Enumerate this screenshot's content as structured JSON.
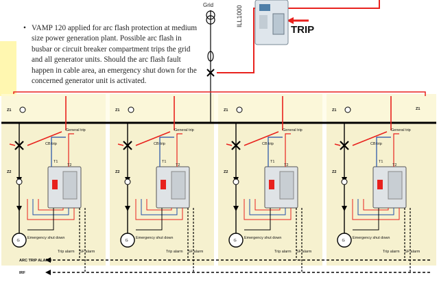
{
  "bullet_text": "VAMP 120 applied for arc flash protection at medium size power generation plant. Possible arc flash in busbar or circuit breaker compartment trips the grid and all generator units. Should the arc flash fault happen in cable area, an emergency shut down for the concerned generator unit is activated.",
  "grid_label": "Grid",
  "device_label": "ILL1000",
  "trip_label": "TRIP",
  "units": [
    {
      "z1": "Z1",
      "z2": "Z2",
      "general_trip": "General trip",
      "cb_trip": "CB trip",
      "t1": "T1",
      "t2": "T2",
      "emergency": "Emergency shut down",
      "trip_alarm": "Trip alarm",
      "sf_alarm": "SF alarm",
      "generator_symbol": "G"
    },
    {
      "z1": "Z1",
      "z2": "Z2",
      "general_trip": "General trip",
      "cb_trip": "CB trip",
      "t1": "T1",
      "t2": "T2",
      "emergency": "Emergency shut down",
      "trip_alarm": "Trip alarm",
      "sf_alarm": "SF alarm",
      "generator_symbol": "G"
    },
    {
      "z1": "Z1",
      "z2": "Z2",
      "general_trip": "General trip",
      "cb_trip": "CB trip",
      "t1": "T1",
      "t2": "T2",
      "emergency": "Emergency shut down",
      "trip_alarm": "Trip alarm",
      "sf_alarm": "SF alarm",
      "generator_symbol": "G"
    },
    {
      "z1": "Z1",
      "z2": "Z2",
      "general_trip": "General trip",
      "cb_trip": "CB trip",
      "t1": "T1",
      "t2": "T2",
      "emergency": "Emergency shut down",
      "trip_alarm": "Trip alarm",
      "sf_alarm": "SF alarm",
      "generator_symbol": "G"
    }
  ],
  "right_z1": "Z1",
  "arc_trip_alarm": "ARC TRIP ALARM",
  "irf": "IRF",
  "colors": {
    "red": "#e8211d",
    "blue": "#1f4ea8",
    "panel": "#f6f1cf",
    "highlight": "#fff7b0",
    "bus": "#000000"
  }
}
